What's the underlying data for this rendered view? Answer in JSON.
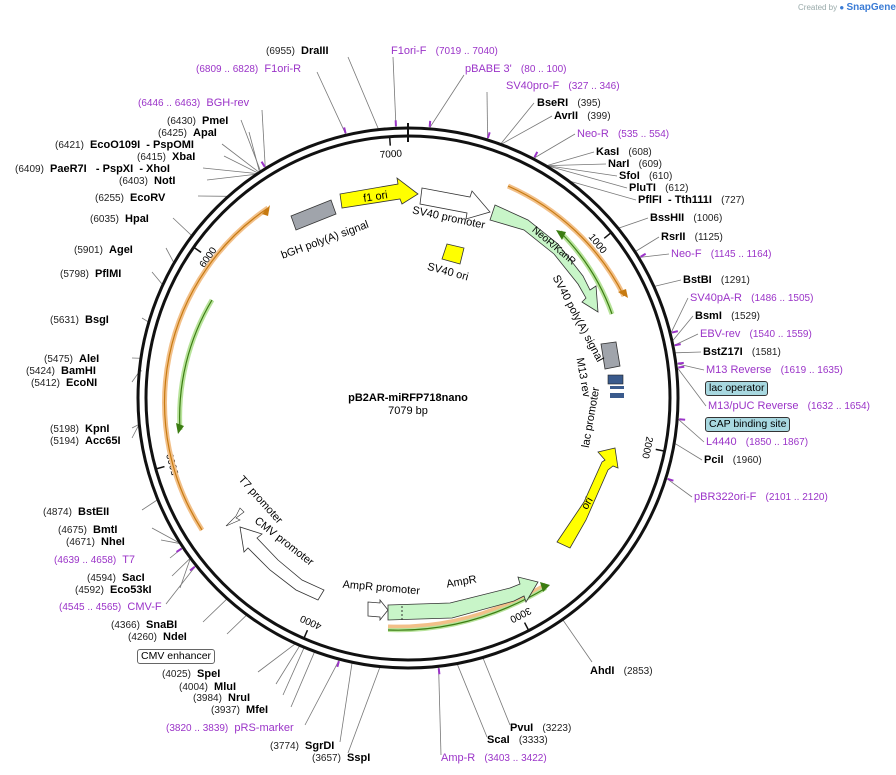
{
  "branding": {
    "prefix": "Created by",
    "name": "SnapGene"
  },
  "plasmid": {
    "name": "pB2AR-miRFP718nano",
    "length_text": "7079 bp"
  },
  "ruler_ticks": [
    "1000",
    "2000",
    "3000",
    "4000",
    "5000",
    "6000",
    "7000"
  ],
  "features": {
    "f1_ori": "f1 ori",
    "sv40_promoter": "SV40 promoter",
    "sv40_ori": "SV40 ori",
    "bgh_polya": "bGH poly(A) signal",
    "neor": "NeoR/KanR",
    "sv40_polya": "SV40 poly(A) signal",
    "m13_rev": "M13 rev",
    "lac_promoter": "lac promoter",
    "ori": "ori",
    "ampr": "AmpR",
    "ampr_promoter": "AmpR promoter",
    "cmv_promoter": "CMV promoter",
    "t7_promoter": "T7 promoter"
  },
  "sites": {
    "draiii": {
      "name": "DraIII",
      "pos": "(6955)"
    },
    "bseri": {
      "name": "BseRI",
      "pos": "(395)"
    },
    "avrii": {
      "name": "AvrII",
      "pos": "(399)"
    },
    "kasi": {
      "name": "KasI",
      "pos": "(608)"
    },
    "nari": {
      "name": "NarI",
      "pos": "(609)"
    },
    "sfoi": {
      "name": "SfoI",
      "pos": "(610)"
    },
    "pluti": {
      "name": "PluTI",
      "pos": "(612)"
    },
    "pflfi": {
      "name": "PflFI",
      "name2": "- Tth111I",
      "pos": "(727)"
    },
    "bsshii": {
      "name": "BssHII",
      "pos": "(1006)"
    },
    "rsrii": {
      "name": "RsrII",
      "pos": "(1125)"
    },
    "bstbi": {
      "name": "BstBI",
      "pos": "(1291)"
    },
    "bsmi": {
      "name": "BsmI",
      "pos": "(1529)"
    },
    "bstz17i": {
      "name": "BstZ17I",
      "pos": "(1581)"
    },
    "pcii": {
      "name": "PciI",
      "pos": "(1960)"
    },
    "ahdi": {
      "name": "AhdI",
      "pos": "(2853)"
    },
    "pvui": {
      "name": "PvuI",
      "pos": "(3223)"
    },
    "scai": {
      "name": "ScaI",
      "pos": "(3333)"
    },
    "sgrdi": {
      "name": "SgrDI",
      "pos": "(3774)"
    },
    "sspi": {
      "name": "SspI",
      "pos": "(3657)"
    },
    "mfei": {
      "name": "MfeI",
      "pos": "(3937)"
    },
    "prui": {
      "name": "NruI",
      "pos": "(3984)"
    },
    "mlui": {
      "name": "MluI",
      "pos": "(4004)"
    },
    "spei": {
      "name": "SpeI",
      "pos": "(4025)"
    },
    "ndei": {
      "name": "NdeI",
      "pos": "(4260)"
    },
    "snabi": {
      "name": "SnaBI",
      "pos": "(4366)"
    },
    "eco53ki": {
      "name": "Eco53kI",
      "pos": "(4592)"
    },
    "saci": {
      "name": "SacI",
      "pos": "(4594)"
    },
    "nhei": {
      "name": "NheI",
      "pos": "(4671)"
    },
    "bmti": {
      "name": "BmtI",
      "pos": "(4675)"
    },
    "bsteii": {
      "name": "BstEII",
      "pos": "(4874)"
    },
    "acc65i": {
      "name": "Acc65I",
      "pos": "(5194)"
    },
    "kpni": {
      "name": "KpnI",
      "pos": "(5198)"
    },
    "econi": {
      "name": "EcoNI",
      "pos": "(5412)"
    },
    "bamhi": {
      "name": "BamHI",
      "pos": "(5424)"
    },
    "alei": {
      "name": "AleI",
      "pos": "(5475)"
    },
    "bsgi": {
      "name": "BsgI",
      "pos": "(5631)"
    },
    "pflmi": {
      "name": "PflMI",
      "pos": "(5798)"
    },
    "agei": {
      "name": "AgeI",
      "pos": "(5901)"
    },
    "hpai": {
      "name": "HpaI",
      "pos": "(6035)"
    },
    "ecorv": {
      "name": "EcoRV",
      "pos": "(6255)"
    },
    "noti": {
      "name": "NotI",
      "pos": "(6403)"
    },
    "paer7i": {
      "name": "PaeR7I",
      "name2": "- PspXI",
      "name3": "- XhoI",
      "pos": "(6409)"
    },
    "xbai": {
      "name": "XbaI",
      "pos": "(6415)"
    },
    "ecoo109i": {
      "name": "EcoO109I",
      "name2": "- PspOMI",
      "pos": "(6421)"
    },
    "apai": {
      "name": "ApaI",
      "pos": "(6425)"
    },
    "pmei": {
      "name": "PmeI",
      "pos": "(6430)"
    }
  },
  "primers": {
    "f1ori_f": {
      "name": "F1ori-F",
      "range": "(7019 .. 7040)"
    },
    "pbabe3": {
      "name": "pBABE 3'",
      "range": "(80 .. 100)"
    },
    "sv40pro_f": {
      "name": "SV40pro-F",
      "range": "(327 .. 346)"
    },
    "neo_r": {
      "name": "Neo-R",
      "range": "(535 .. 554)"
    },
    "neo_f": {
      "name": "Neo-F",
      "range": "(1145 .. 1164)"
    },
    "sv40pa_r": {
      "name": "SV40pA-R",
      "range": "(1486 .. 1505)"
    },
    "ebv_rev": {
      "name": "EBV-rev",
      "range": "(1540 .. 1559)"
    },
    "m13_reverse": {
      "name": "M13 Reverse",
      "range": "(1619 .. 1635)"
    },
    "m13_puc_reverse": {
      "name": "M13/pUC Reverse",
      "range": "(1632 .. 1654)"
    },
    "l4440": {
      "name": "L4440",
      "range": "(1850 .. 1867)"
    },
    "pbr322ori_f": {
      "name": "pBR322ori-F",
      "range": "(2101 .. 2120)"
    },
    "amp_r": {
      "name": "Amp-R",
      "range": "(3403 .. 3422)"
    },
    "prs_marker": {
      "name": "pRS-marker",
      "range": "(3820 .. 3839)"
    },
    "cmv_f": {
      "name": "CMV-F",
      "range": "(4545 .. 4565)"
    },
    "t7": {
      "name": "T7",
      "range": "(4639 .. 4658)"
    },
    "bgh_rev": {
      "name": "BGH-rev",
      "range": "(6446 .. 6463)"
    },
    "f1ori_r": {
      "name": "F1ori-R",
      "range": "(6809 .. 6828)"
    }
  },
  "boxed_features": {
    "lac_operator": "lac operator",
    "cap_binding_site": "CAP binding site",
    "cmv_enhancer": "CMV enhancer"
  },
  "colors": {
    "primer": "#9b34c8",
    "promoter_fill": "#ffffff",
    "marker_fill": "#c8f5c8",
    "origin_fill": "#ffff00",
    "polya_fill": "#a0a4ab",
    "orf_arc": "#e8a020",
    "orf_arc_inner": "#6aa520",
    "tag_fill": "#a8d8e0"
  }
}
